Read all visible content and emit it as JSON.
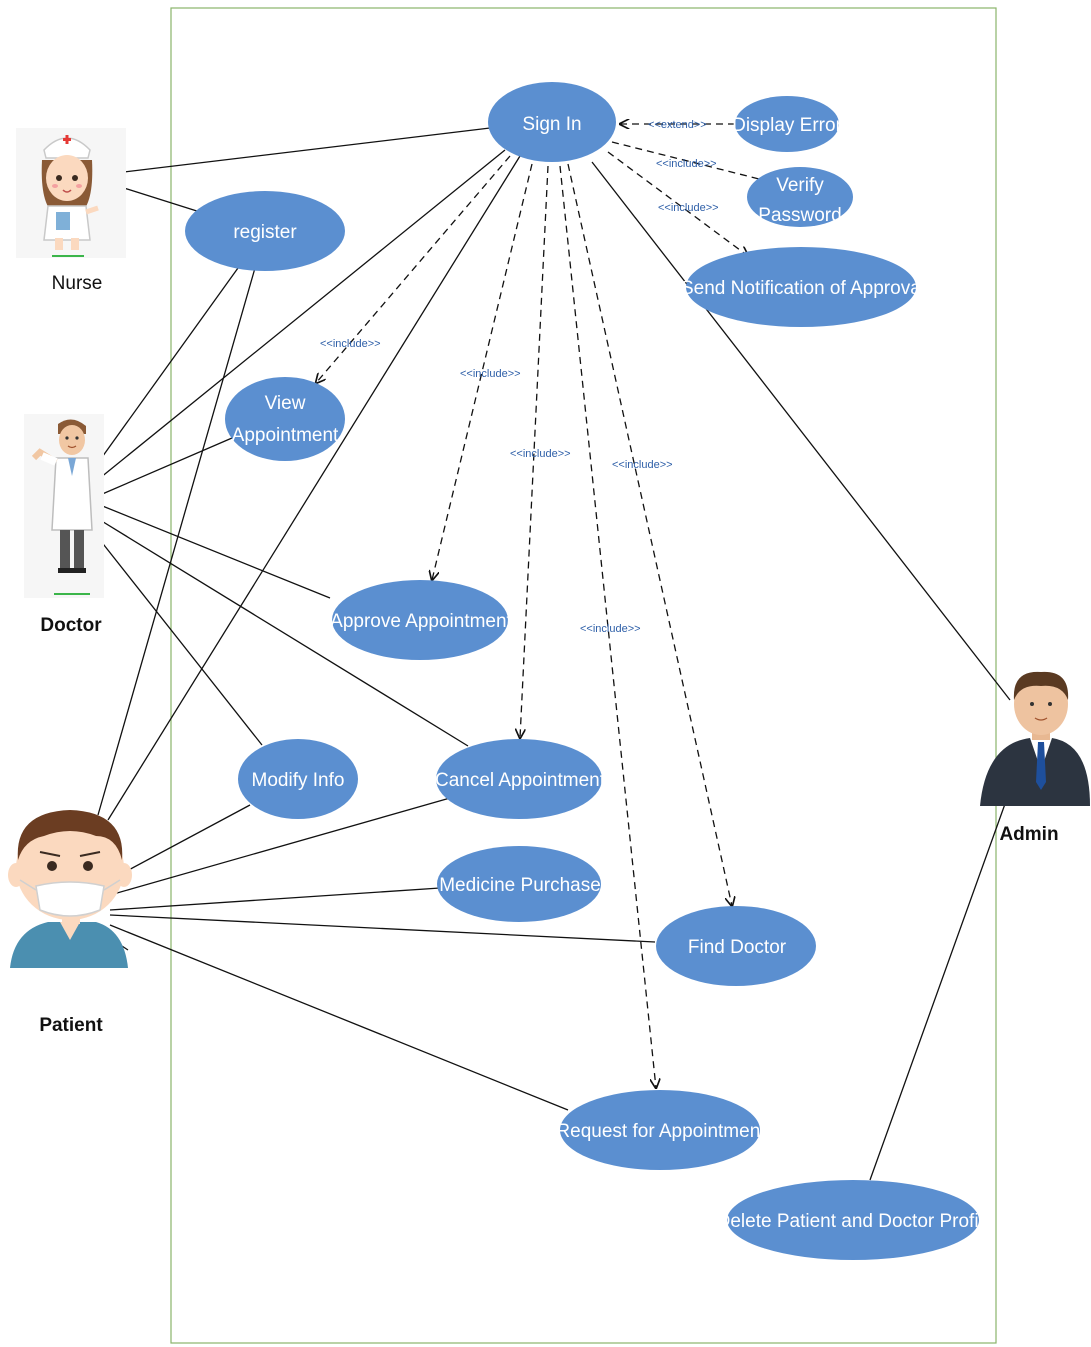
{
  "colors": {
    "usecase_fill": "#5b8fd0",
    "boundary": "#8ab46a",
    "line": "#111111",
    "relation_text": "#2e5fa8"
  },
  "actors": {
    "nurse": {
      "label": "Nurse",
      "icon": "nurse-icon"
    },
    "doctor": {
      "label": "Doctor",
      "icon": "doctor-icon"
    },
    "patient": {
      "label": "Patient",
      "icon": "patient-icon"
    },
    "admin": {
      "label": "Admin",
      "icon": "admin-icon"
    }
  },
  "usecases": {
    "sign_in": "Sign In",
    "display_error": "Display Error",
    "verify_line1": "Verify",
    "verify_line2": "Password",
    "register": "register",
    "send_notification": "Send Notification of Approval",
    "view_line1": "View",
    "view_line2": "Appointment",
    "approve": "Approve Appointment",
    "modify": "Modify Info",
    "cancel": "Cancel Appointment",
    "medicine": "Medicine Purchase",
    "find_doctor": "Find Doctor",
    "request": "Request for Appointment",
    "delete_profile": "Delete Patient and Doctor Profile"
  },
  "relations": {
    "extend": "<<extend>>",
    "include": "<<include>>"
  }
}
